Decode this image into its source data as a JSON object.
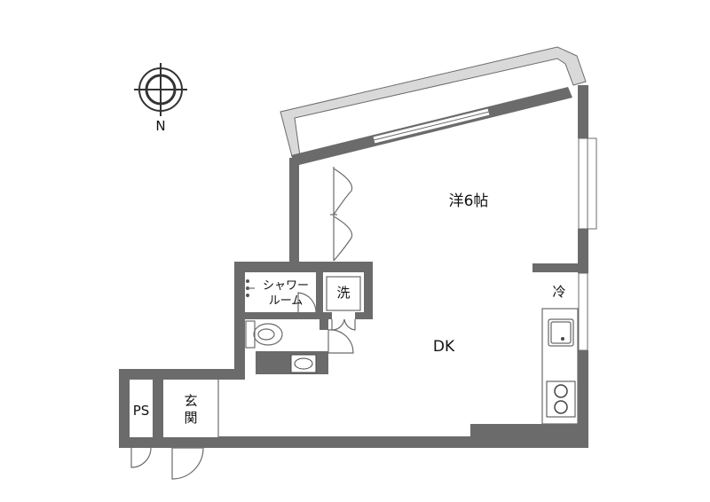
{
  "compass": {
    "label": "N"
  },
  "rooms": {
    "western": "洋6帖",
    "dk": "DK",
    "shower_line1": "シャワー",
    "shower_line2": "ルーム",
    "washer": "洗",
    "fridge": "冷",
    "ps": "PS",
    "entrance_line1": "玄",
    "entrance_line2": "関"
  },
  "colors": {
    "wall": "#6b6b6b",
    "balcony": "#d9d9d9",
    "line": "#6b6b6b"
  }
}
